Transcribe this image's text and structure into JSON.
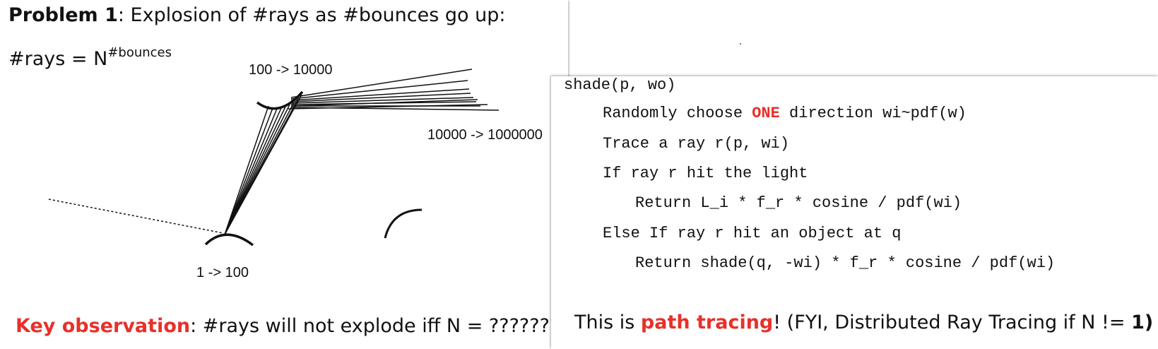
{
  "problem": {
    "title_bold": "Problem 1",
    "title_rest": ": Explosion of #rays as #bounces go up:",
    "formula_base": "#rays = N",
    "formula_exp": "#bounces",
    "label_first": "1 -> 100",
    "label_second": "100 -> 10000",
    "label_third": "10000 -> 1000000",
    "key_bold": "Key observation",
    "key_rest": ": #rays will not explode iff N = ???????"
  },
  "code": {
    "line1": "shade(p, wo)",
    "line2_pre": "Randomly choose ",
    "line2_kw": "ONE",
    "line2_post": " direction wi~pdf(w)",
    "line3": "Trace a ray r(p, wi)",
    "line4": "If ray r hit the light",
    "line5": "Return L_i * f_r * cosine / pdf(wi)",
    "line6": "Else If ray r hit an object at q",
    "line7": "Return shade(q, -wi) * f_r * cosine / pdf(wi)"
  },
  "conclusion": {
    "pre": "This is ",
    "highlight": "path tracing",
    "mid": "! (FYI, Distributed Ray Tracing if N != ",
    "bold_end": "1)"
  },
  "colors": {
    "accent": "#e8302a",
    "text": "#111111"
  }
}
